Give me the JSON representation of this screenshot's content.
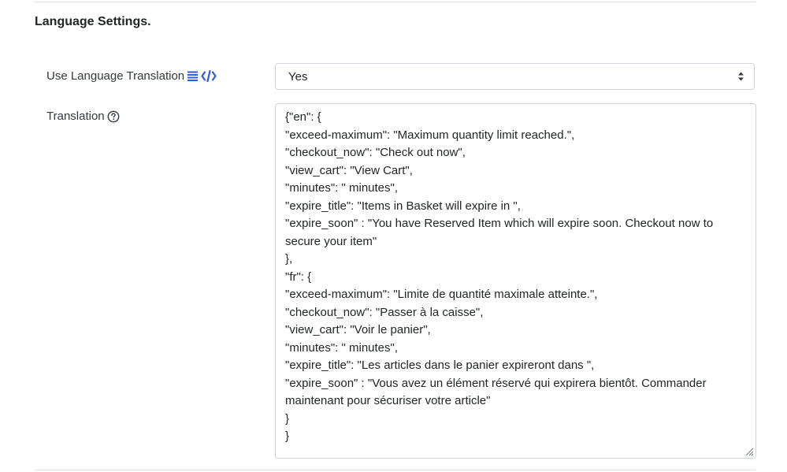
{
  "section": {
    "title": "Language Settings."
  },
  "fields": {
    "use_translation": {
      "label": "Use Language Translation",
      "selected": "Yes",
      "icons": [
        "list-icon",
        "code-icon"
      ]
    },
    "translation": {
      "label": "Translation",
      "icon": "help-circle-icon",
      "value": "{\"en\": {\n\"exceed-maximum\": \"Maximum quantity limit reached.\",\n\"checkout_now\": \"Check out now\",\n\"view_cart\": \"View Cart\",\n\"minutes\": \" minutes\",\n\"expire_title\": \"Items in Basket will expire in \",\n\"expire_soon\" : \"You have Reserved Item which will expire soon. Checkout now to secure your item\"\n},\n\"fr\": {\n\"exceed-maximum\": \"Limite de quantité maximale atteinte.\",\n\"checkout_now\": \"Passer à la caisse\",\n\"view_cart\": \"Voir le panier\",\n\"minutes\": \" minutes\",\n\"expire_title\": \"Les articles dans le panier expireront dans \",\n\"expire_soon\" : \"Vous avez un élément réservé qui expirera bientôt. Commander maintenant pour sécuriser votre article\"\n}\n}"
    }
  },
  "colors": {
    "accent": "#2f5bdc",
    "border": "#ced4da",
    "text": "#212529"
  }
}
